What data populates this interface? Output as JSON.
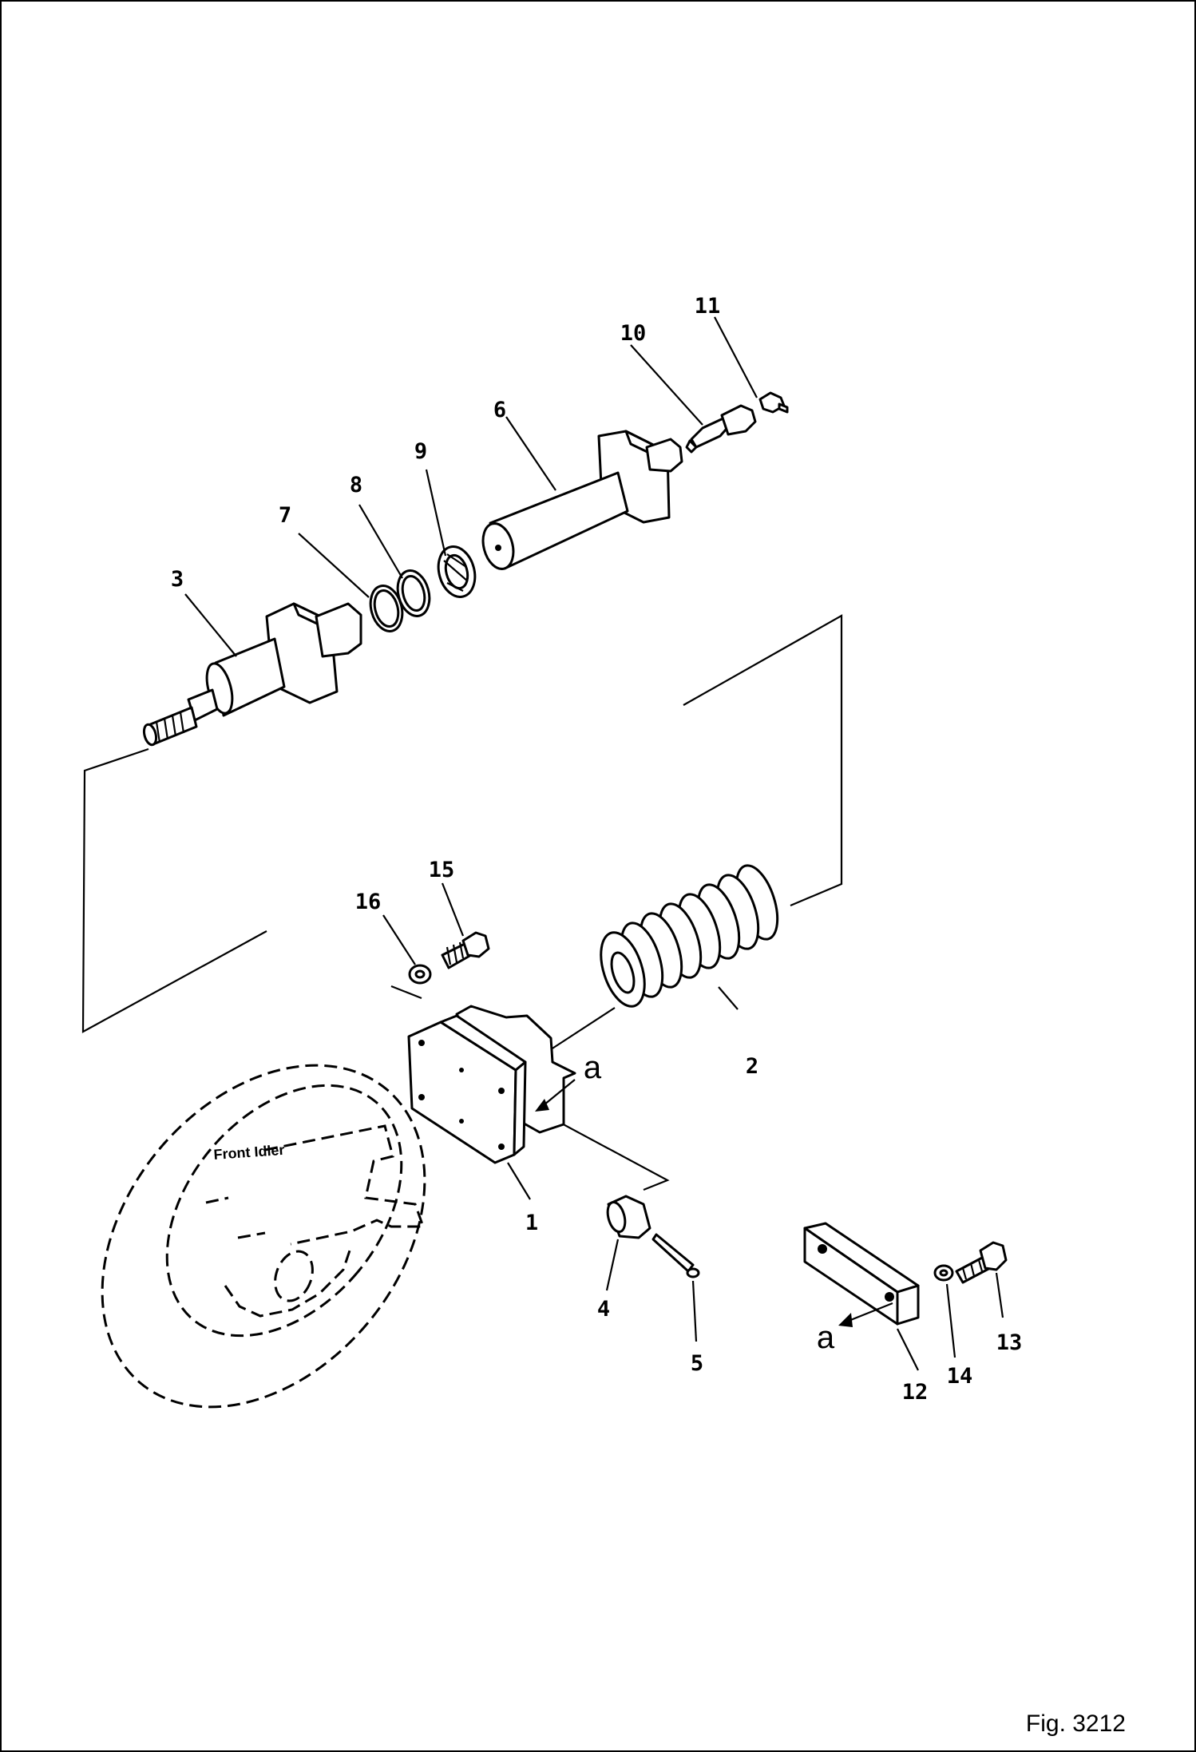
{
  "figure": {
    "label": "Fig. 3212"
  },
  "parts": [
    {
      "id": "1",
      "label": "1"
    },
    {
      "id": "2",
      "label": "2"
    },
    {
      "id": "3",
      "label": "3"
    },
    {
      "id": "4",
      "label": "4"
    },
    {
      "id": "5",
      "label": "5"
    },
    {
      "id": "6",
      "label": "6"
    },
    {
      "id": "7",
      "label": "7"
    },
    {
      "id": "8",
      "label": "8"
    },
    {
      "id": "9",
      "label": "9"
    },
    {
      "id": "10",
      "label": "10"
    },
    {
      "id": "11",
      "label": "11"
    },
    {
      "id": "12",
      "label": "12"
    },
    {
      "id": "13",
      "label": "13"
    },
    {
      "id": "14",
      "label": "14"
    },
    {
      "id": "15",
      "label": "15"
    },
    {
      "id": "16",
      "label": "16"
    }
  ],
  "annotations": {
    "view_a_top": "a",
    "view_a_bottom": "a",
    "front_idler": "Front Idler"
  }
}
